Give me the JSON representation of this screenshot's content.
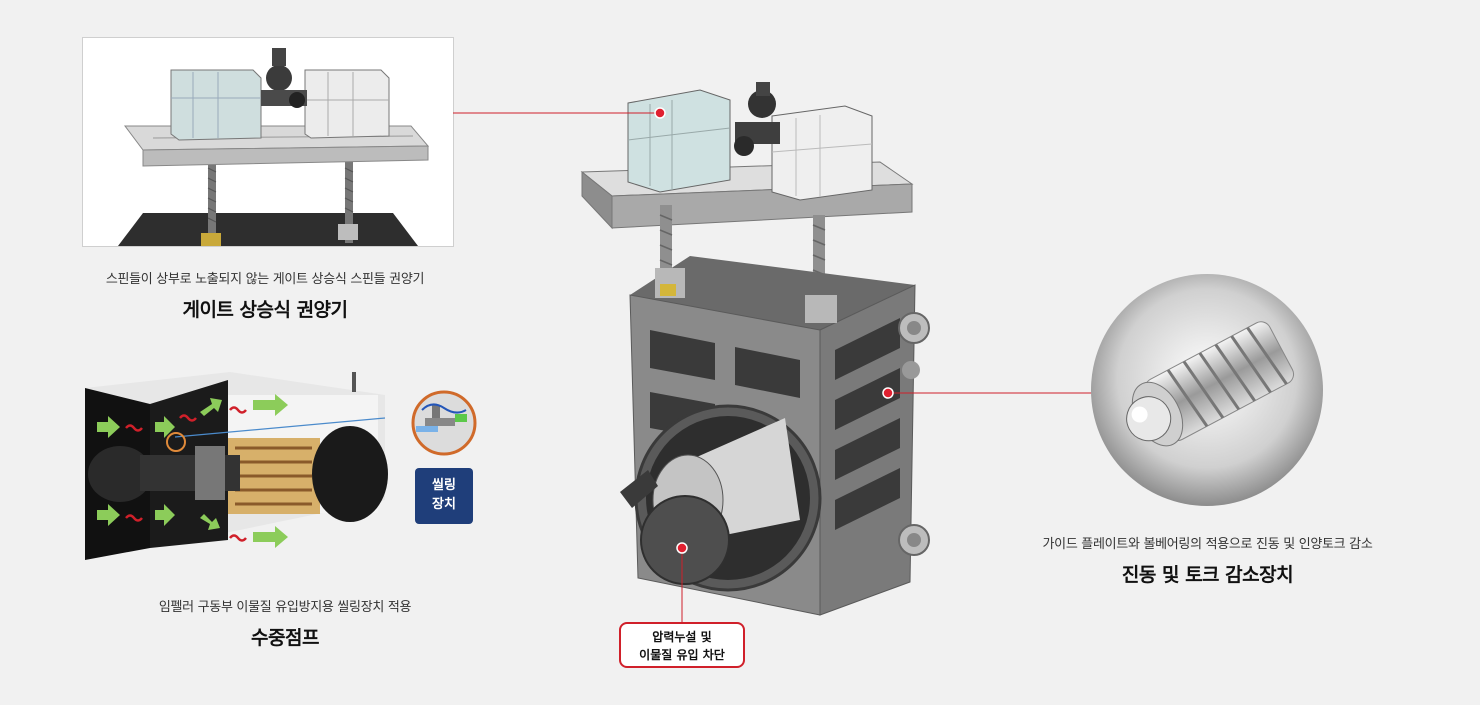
{
  "hoist": {
    "subtitle": "스핀들이 상부로 노출되지 않는 게이트 상승식 스핀들 권양기",
    "title": "게이트 상승식 권양기"
  },
  "pump": {
    "subtitle": "임펠러 구동부 이물질 유입방지용 씰링장치 적용",
    "title": "수중점프",
    "seal_label_line1": "씰링",
    "seal_label_line2": "장치"
  },
  "vibration": {
    "subtitle": "가이드 플레이트와 볼베어링의 적용으로 진동 및 인양토크 감소",
    "title": "진동 및 토크 감소장치"
  },
  "center_callout": {
    "line1": "압력누설 및",
    "line2": "이물질 유입 차단"
  },
  "colors": {
    "background": "#f1f1f1",
    "accent_red": "#d0202a",
    "badge_navy": "#1f3e7a",
    "gate_gray": "#8a8a8a",
    "arrow_green": "#8ccc5a"
  }
}
